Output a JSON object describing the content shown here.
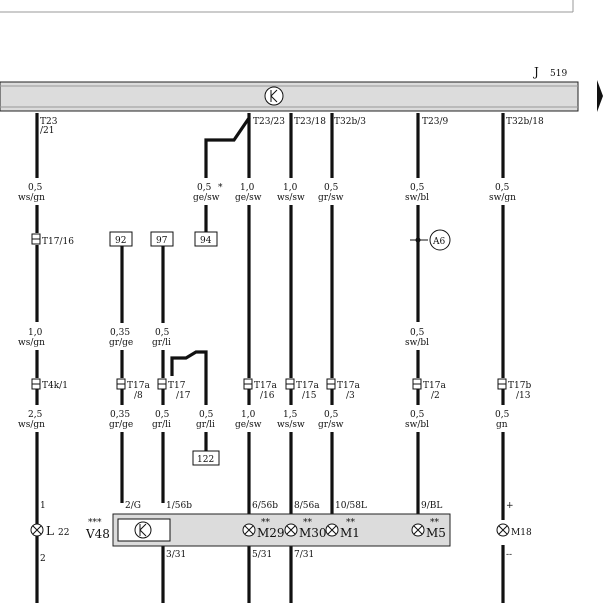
{
  "module": {
    "name": "J",
    "sub": "519"
  },
  "bus_conn": [
    {
      "t": "T23",
      "b": "/21"
    },
    {
      "t": "T23/23",
      "b": ""
    },
    {
      "t": "T23/18",
      "b": ""
    },
    {
      "t": "T32b/3",
      "b": ""
    },
    {
      "t": "T23/9",
      "b": ""
    },
    {
      "t": "T32b/18",
      "b": ""
    }
  ],
  "wires_top": [
    {
      "g": "0,5",
      "c": "ws/gn"
    },
    {
      "g": "0,5",
      "c": "ge/sw",
      "star": "*"
    },
    {
      "g": "1,0",
      "c": "ge/sw"
    },
    {
      "g": "1,0",
      "c": "ws/sw"
    },
    {
      "g": "0,5",
      "c": "gr/sw"
    },
    {
      "g": "0,5",
      "c": "sw/bl"
    },
    {
      "g": "0,5",
      "c": "sw/gn"
    }
  ],
  "conn_t17_16": "T17/16",
  "refs": {
    "r92": "92",
    "r97": "97",
    "r94": "94",
    "r122": "122"
  },
  "a6": "A6",
  "wires_mid": [
    {
      "g": "1,0",
      "c": "ws/gn"
    },
    {
      "g": "0,35",
      "c": "gr/ge"
    },
    {
      "g": "0,5",
      "c": "gr/li"
    },
    {
      "g": "0,5",
      "c": "sw/bl"
    }
  ],
  "conns_mid": [
    {
      "t": "T4k/1",
      "b": ""
    },
    {
      "t": "T17a",
      "b": "/8"
    },
    {
      "t": "T17",
      "b": "/17"
    },
    {
      "t": "T17a",
      "b": "/16"
    },
    {
      "t": "T17a",
      "b": "/15"
    },
    {
      "t": "T17a",
      "b": "/3"
    },
    {
      "t": "T17a",
      "b": "/2"
    },
    {
      "t": "T17b",
      "b": "/13"
    }
  ],
  "wires_low": [
    {
      "g": "2,5",
      "c": "ws/gn"
    },
    {
      "g": "0,35",
      "c": "gr/ge"
    },
    {
      "g": "0,5",
      "c": "gr/li"
    },
    {
      "g": "0,5",
      "c": "gr/li"
    },
    {
      "g": "1,0",
      "c": "ge/sw"
    },
    {
      "g": "1,5",
      "c": "ws/sw"
    },
    {
      "g": "0,5",
      "c": "gr/sw"
    },
    {
      "g": "0,5",
      "c": "sw/bl"
    },
    {
      "g": "0,5",
      "c": "gn"
    }
  ],
  "pins": {
    "l22_top": "1",
    "l22_bot": "2",
    "v48_a": "2/G",
    "v48_b": "1/56b",
    "v48_c": "3/31",
    "m29_t": "6/56b",
    "m29_b": "5/31",
    "m30_t": "8/56a",
    "m30_b": "7/31",
    "m1_t": "10/58L",
    "m5_t": "9/BL",
    "m18_t": "+",
    "m18_b": "--"
  },
  "components": {
    "l22": "L",
    "l22_sub": "22",
    "v48": "V48",
    "v48_stars": "***",
    "m29": "M29",
    "m30": "M30",
    "m1": "M1",
    "m5": "M5",
    "m18": "M18",
    "stars2": "**"
  }
}
